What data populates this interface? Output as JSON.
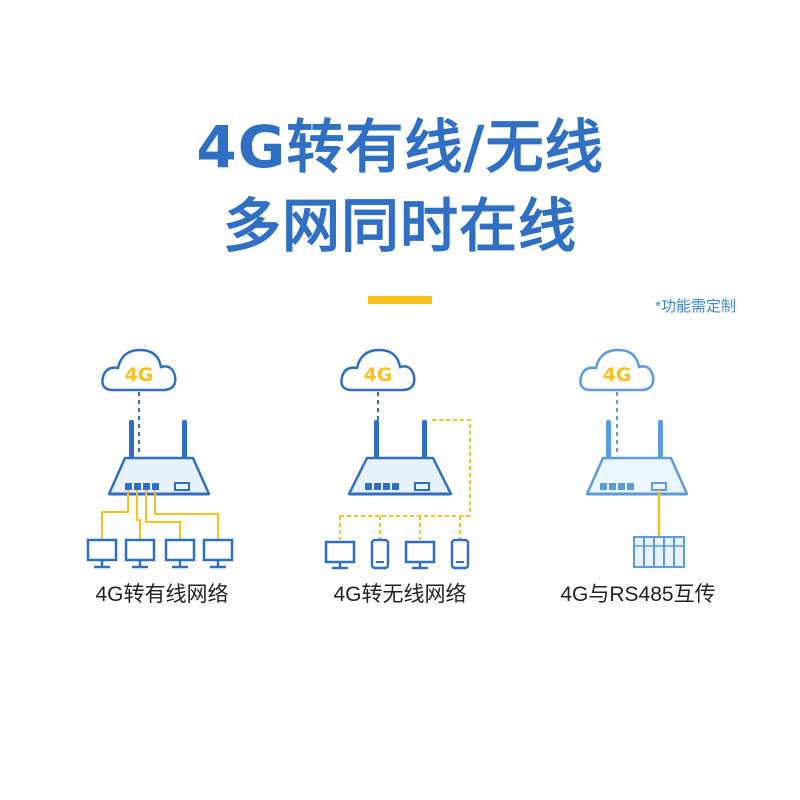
{
  "title": {
    "line1": "4G转有线/无线",
    "line2": "多网同时在线"
  },
  "note": "*功能需定制",
  "colors": {
    "primary": "#2f6fc4",
    "accent": "#f7c21d",
    "light_blue": "#5b9be0",
    "text": "#222222"
  },
  "diagrams": [
    {
      "cloud_label": "4G",
      "caption": "4G转有线网络"
    },
    {
      "cloud_label": "4G",
      "caption": "4G转无线网络"
    },
    {
      "cloud_label": "4G",
      "caption": "4G与RS485互传"
    }
  ]
}
